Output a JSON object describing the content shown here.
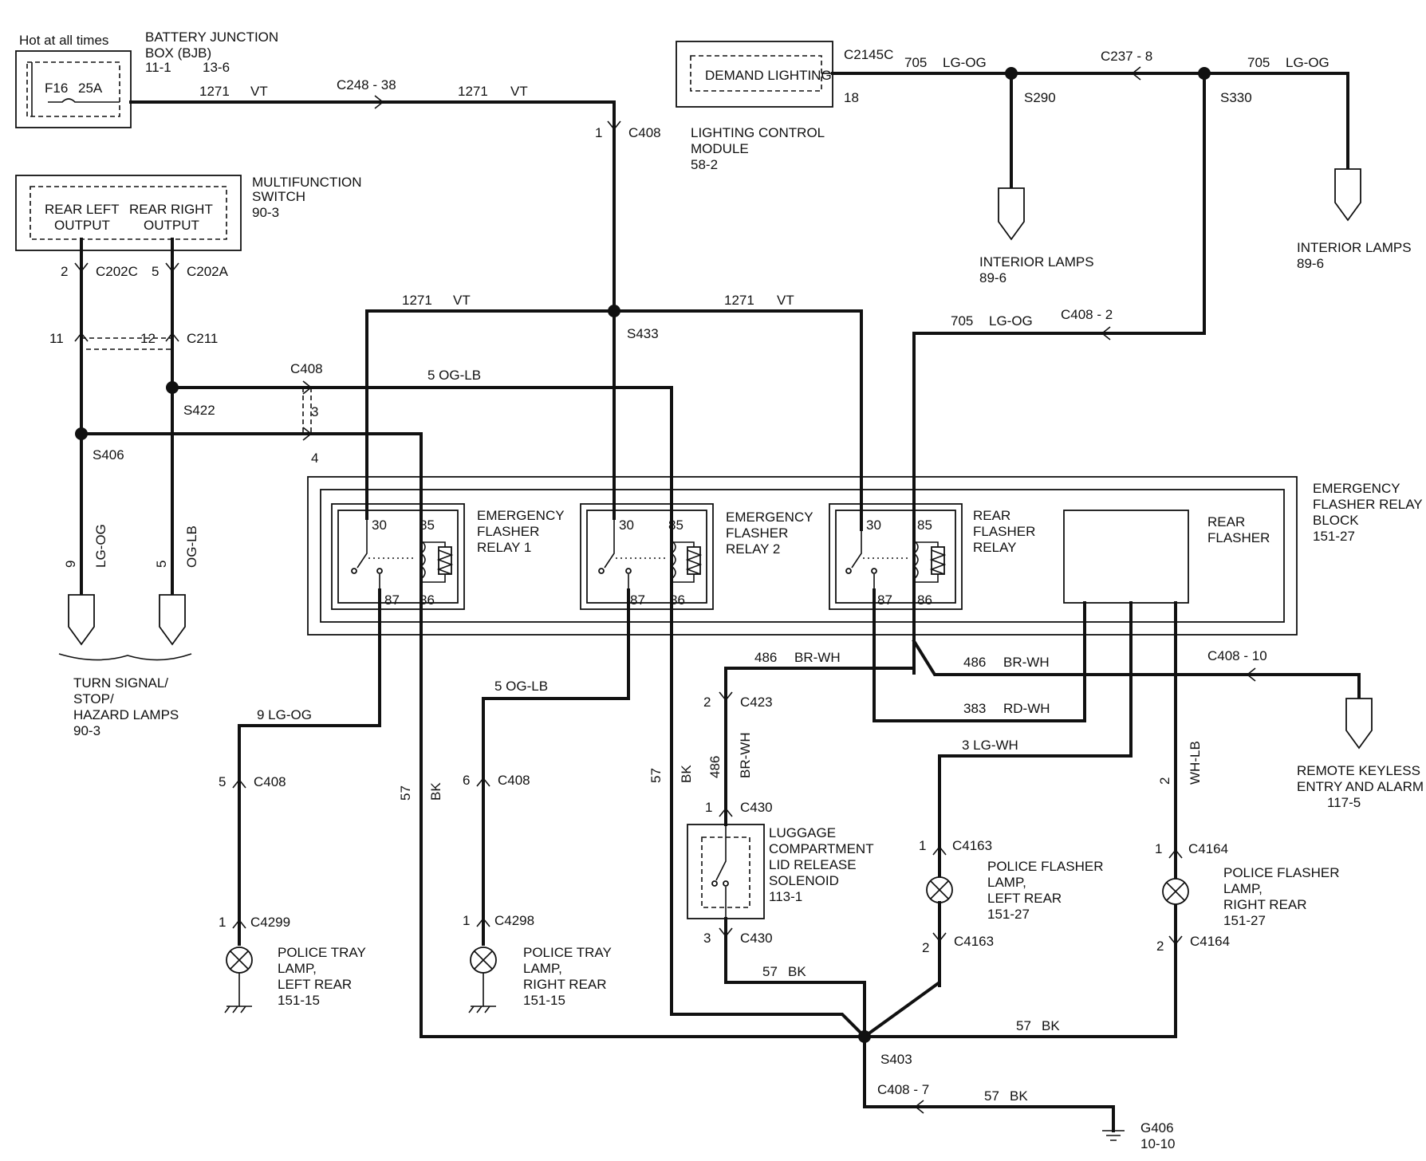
{
  "components": {
    "bjb": {
      "note": "Hot at all times",
      "title_line1": "BATTERY  JUNCTION",
      "title_line2": "BOX (BJB)",
      "ref_a": "11-1",
      "ref_b": "13-6",
      "fuse": "F16",
      "amps": "25A"
    },
    "mfs": {
      "title_line1": "MULTIFUNCTION",
      "title_line2": "SWITCH",
      "ref": "90-3",
      "rear_left_1": "REAR LEFT",
      "rear_left_2": "OUTPUT",
      "rear_right_1": "REAR RIGHT",
      "rear_right_2": "OUTPUT"
    },
    "lcm": {
      "inner": "DEMAND LIGHTING",
      "title_line1": "LIGHTING  CONTROL",
      "title_line2": "MODULE",
      "ref": "58-2",
      "connector": "C2145C",
      "pin": "18"
    },
    "interior_lamps_1": {
      "line1": "INTERIOR LAMPS",
      "ref": "89-6"
    },
    "interior_lamps_2": {
      "line1": "INTERIOR LAMPS",
      "ref": "89-6"
    },
    "turn_lamps": {
      "line1": "TURN SIGNAL/",
      "line2": "STOP/",
      "line3": "HAZARD LAMPS",
      "ref": "90-3"
    },
    "relay_block": {
      "line1": "EMERGENCY",
      "line2": "FLASHER RELAY",
      "line3": "BLOCK",
      "ref": "151-27"
    },
    "relay1": {
      "line1": "EMERGENCY",
      "line2": "FLASHER",
      "line3": "RELAY 1",
      "p30": "30",
      "p85": "85",
      "p87": "87",
      "p86": "86"
    },
    "relay2": {
      "line1": "EMERGENCY",
      "line2": "FLASHER",
      "line3": "RELAY 2",
      "p30": "30",
      "p85": "85",
      "p87": "87",
      "p86": "86"
    },
    "relay3": {
      "line1": "REAR",
      "line2": "FLASHER",
      "line3": "RELAY",
      "p30": "30",
      "p85": "85",
      "p87": "87",
      "p86": "86"
    },
    "rear_flasher": {
      "line1": "REAR",
      "line2": "FLASHER"
    },
    "rke": {
      "line1": "REMOTE KEYLESS",
      "line2": "ENTRY AND ALARM",
      "ref": "117-5"
    },
    "solenoid": {
      "line1": "LUGGAGE",
      "line2": "COMPARTMENT",
      "line3": "LID RELEASE",
      "line4": "SOLENOID",
      "ref": "113-1"
    },
    "tray_left": {
      "line1": "POLICE TRAY",
      "line2": "LAMP,",
      "line3": "LEFT REAR",
      "ref": "151-15"
    },
    "tray_right": {
      "line1": "POLICE TRAY",
      "line2": "LAMP,",
      "line3": "RIGHT REAR",
      "ref": "151-15"
    },
    "flash_left": {
      "line1": "POLICE FLASHER",
      "line2": "LAMP,",
      "line3": "LEFT REAR",
      "ref": "151-27"
    },
    "flash_right": {
      "line1": "POLICE FLASHER",
      "line2": "LAMP,",
      "line3": "RIGHT REAR",
      "ref": "151-27"
    },
    "ground": {
      "name": "G406",
      "ref": "10-10"
    }
  },
  "wires": {
    "w1271a": {
      "circuit": "1271",
      "color": "VT"
    },
    "w1271b": {
      "circuit": "1271",
      "color": "VT"
    },
    "w1271c": {
      "circuit": "1271",
      "color": "VT"
    },
    "w1271d": {
      "circuit": "1271",
      "color": "VT"
    },
    "w705a": {
      "circuit": "705",
      "color": "LG-OG"
    },
    "w705b": {
      "circuit": "705",
      "color": "LG-OG"
    },
    "w705c": {
      "circuit": "705",
      "color": "LG-OG"
    },
    "w5oglb_top": {
      "text": "5  OG-LB"
    },
    "w9lgog_vert": {
      "circuit": "9",
      "color": "LG-OG"
    },
    "w5oglb_vert": {
      "circuit": "5",
      "color": "OG-LB"
    },
    "w9lgog_low": {
      "text": "9  LG-OG"
    },
    "w5oglb_low": {
      "text": "5  OG-LB"
    },
    "w57a": {
      "circuit": "57",
      "color": "BK"
    },
    "w57b": {
      "circuit": "57",
      "color": "BK"
    },
    "w57c": {
      "circuit": "57",
      "color": "BK"
    },
    "w57d": {
      "circuit": "57",
      "color": "BK"
    },
    "w57e": {
      "circuit": "57",
      "color": "BK"
    },
    "w486a": {
      "circuit": "486",
      "color": "BR-WH"
    },
    "w486b": {
      "circuit": "486",
      "color": "BR-WH"
    },
    "w486v": {
      "circuit": "486",
      "color": "BR-WH"
    },
    "w383": {
      "circuit": "383",
      "color": "RD-WH"
    },
    "w3lgwh": {
      "text": "3  LG-WH"
    },
    "wwhlb": {
      "pin": "2",
      "color": "WH-LB"
    }
  },
  "connectors": {
    "c248": "C248  -  38",
    "c408_top": {
      "name": "C408",
      "pin": "1"
    },
    "c2145c": "C2145C",
    "c237": "C237  -  8",
    "c202c": {
      "name": "C202C",
      "pin": "2"
    },
    "c202a": {
      "name": "C202A",
      "pin": "5"
    },
    "c211": {
      "name": "C211",
      "pin_l": "11",
      "pin_r": "12"
    },
    "c408_mid": {
      "name": "C408",
      "pin3": "3",
      "pin4": "4"
    },
    "c408_2": "C408  -  2",
    "c408_10": "C408  -  10",
    "c423": {
      "name": "C423",
      "pin": "2"
    },
    "c430a": {
      "name": "C430",
      "pin": "1"
    },
    "c430b": {
      "name": "C430",
      "pin": "3"
    },
    "c408_5": {
      "name": "C408",
      "pin": "5"
    },
    "c408_6": {
      "name": "C408",
      "pin": "6"
    },
    "c4299": {
      "name": "C4299",
      "pin": "1"
    },
    "c4298": {
      "name": "C4298",
      "pin": "1"
    },
    "c4163a": {
      "name": "C4163",
      "pin": "1"
    },
    "c4163b": {
      "name": "C4163",
      "pin": "2"
    },
    "c4164a": {
      "name": "C4164",
      "pin": "1"
    },
    "c4164b": {
      "name": "C4164",
      "pin": "2"
    },
    "c408_7": "C408  -  7",
    "turn_pin9": "9",
    "turn_pin5": "5"
  },
  "splices": {
    "s290": "S290",
    "s330": "S330",
    "s433": "S433",
    "s422": "S422",
    "s406": "S406",
    "s403": "S403"
  }
}
